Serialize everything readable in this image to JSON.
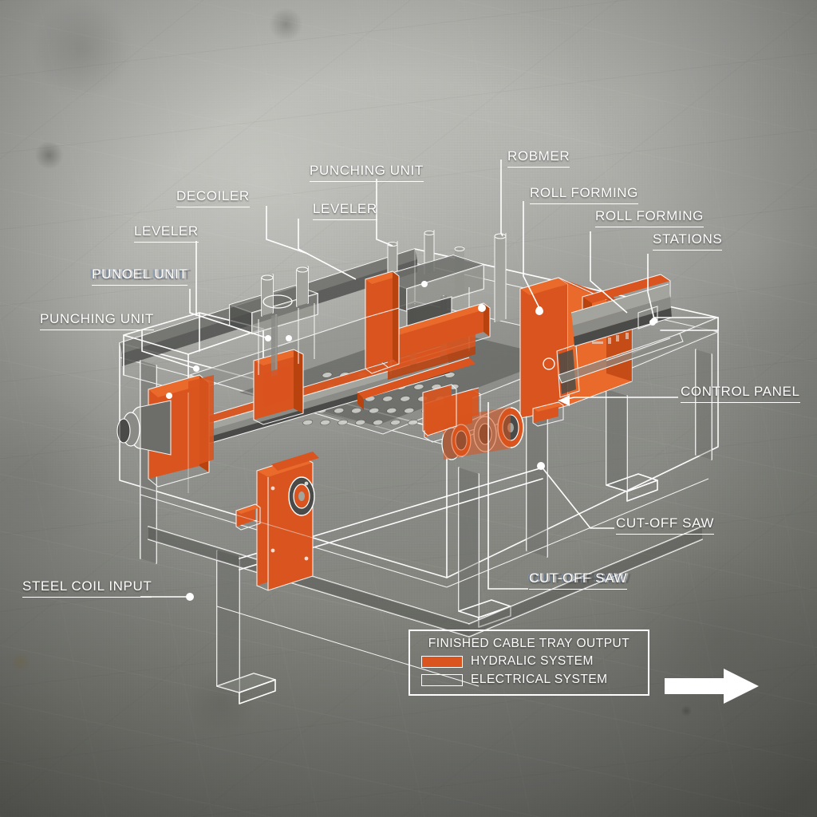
{
  "diagram": {
    "subject": "Cable tray roll forming production line — annotated isometric wireframe",
    "accent_orange": "#d9541e",
    "line_white": "#ffffff",
    "background": "scratched concrete / brushed metal plate"
  },
  "callouts": [
    {
      "id": "punching-unit-left",
      "label": "PUNCHING UNIT"
    },
    {
      "id": "punch-unit-glitch",
      "label": "PUNOEL UNIT"
    },
    {
      "id": "leveler-left",
      "label": "LEVELER"
    },
    {
      "id": "decoiler",
      "label": "DECOILER"
    },
    {
      "id": "leveler-center",
      "label": "LEVELER"
    },
    {
      "id": "punching-unit-top",
      "label": "PUNCHING UNIT"
    },
    {
      "id": "robmer",
      "label": "ROBMER"
    },
    {
      "id": "roll-forming-1",
      "label": "ROLL FORMING"
    },
    {
      "id": "roll-forming-2",
      "label": "ROLL FORMING"
    },
    {
      "id": "stations",
      "label": "STATIONS"
    },
    {
      "id": "control-panel",
      "label": "CONTROL PANEL"
    },
    {
      "id": "cut-off-saw",
      "label": "CUT-OFF SAW"
    },
    {
      "id": "cut-off-saw-glitch",
      "label": "CUT-OFF SAW"
    },
    {
      "id": "steel-coil-input",
      "label": "STEEL COIL INPUT"
    }
  ],
  "legend": {
    "title": "FINISHED CABLE TRAY OUTPUT",
    "entries": [
      {
        "label": "HYDRALIC SYSTEM",
        "swatch": "orange",
        "color": "#d9541e"
      },
      {
        "label": "ELECTRICAL SYSTEM",
        "swatch": "outline",
        "color": "#ffffff"
      }
    ]
  },
  "flow_arrow": {
    "name": "material-flow-arrow",
    "direction": "right"
  }
}
